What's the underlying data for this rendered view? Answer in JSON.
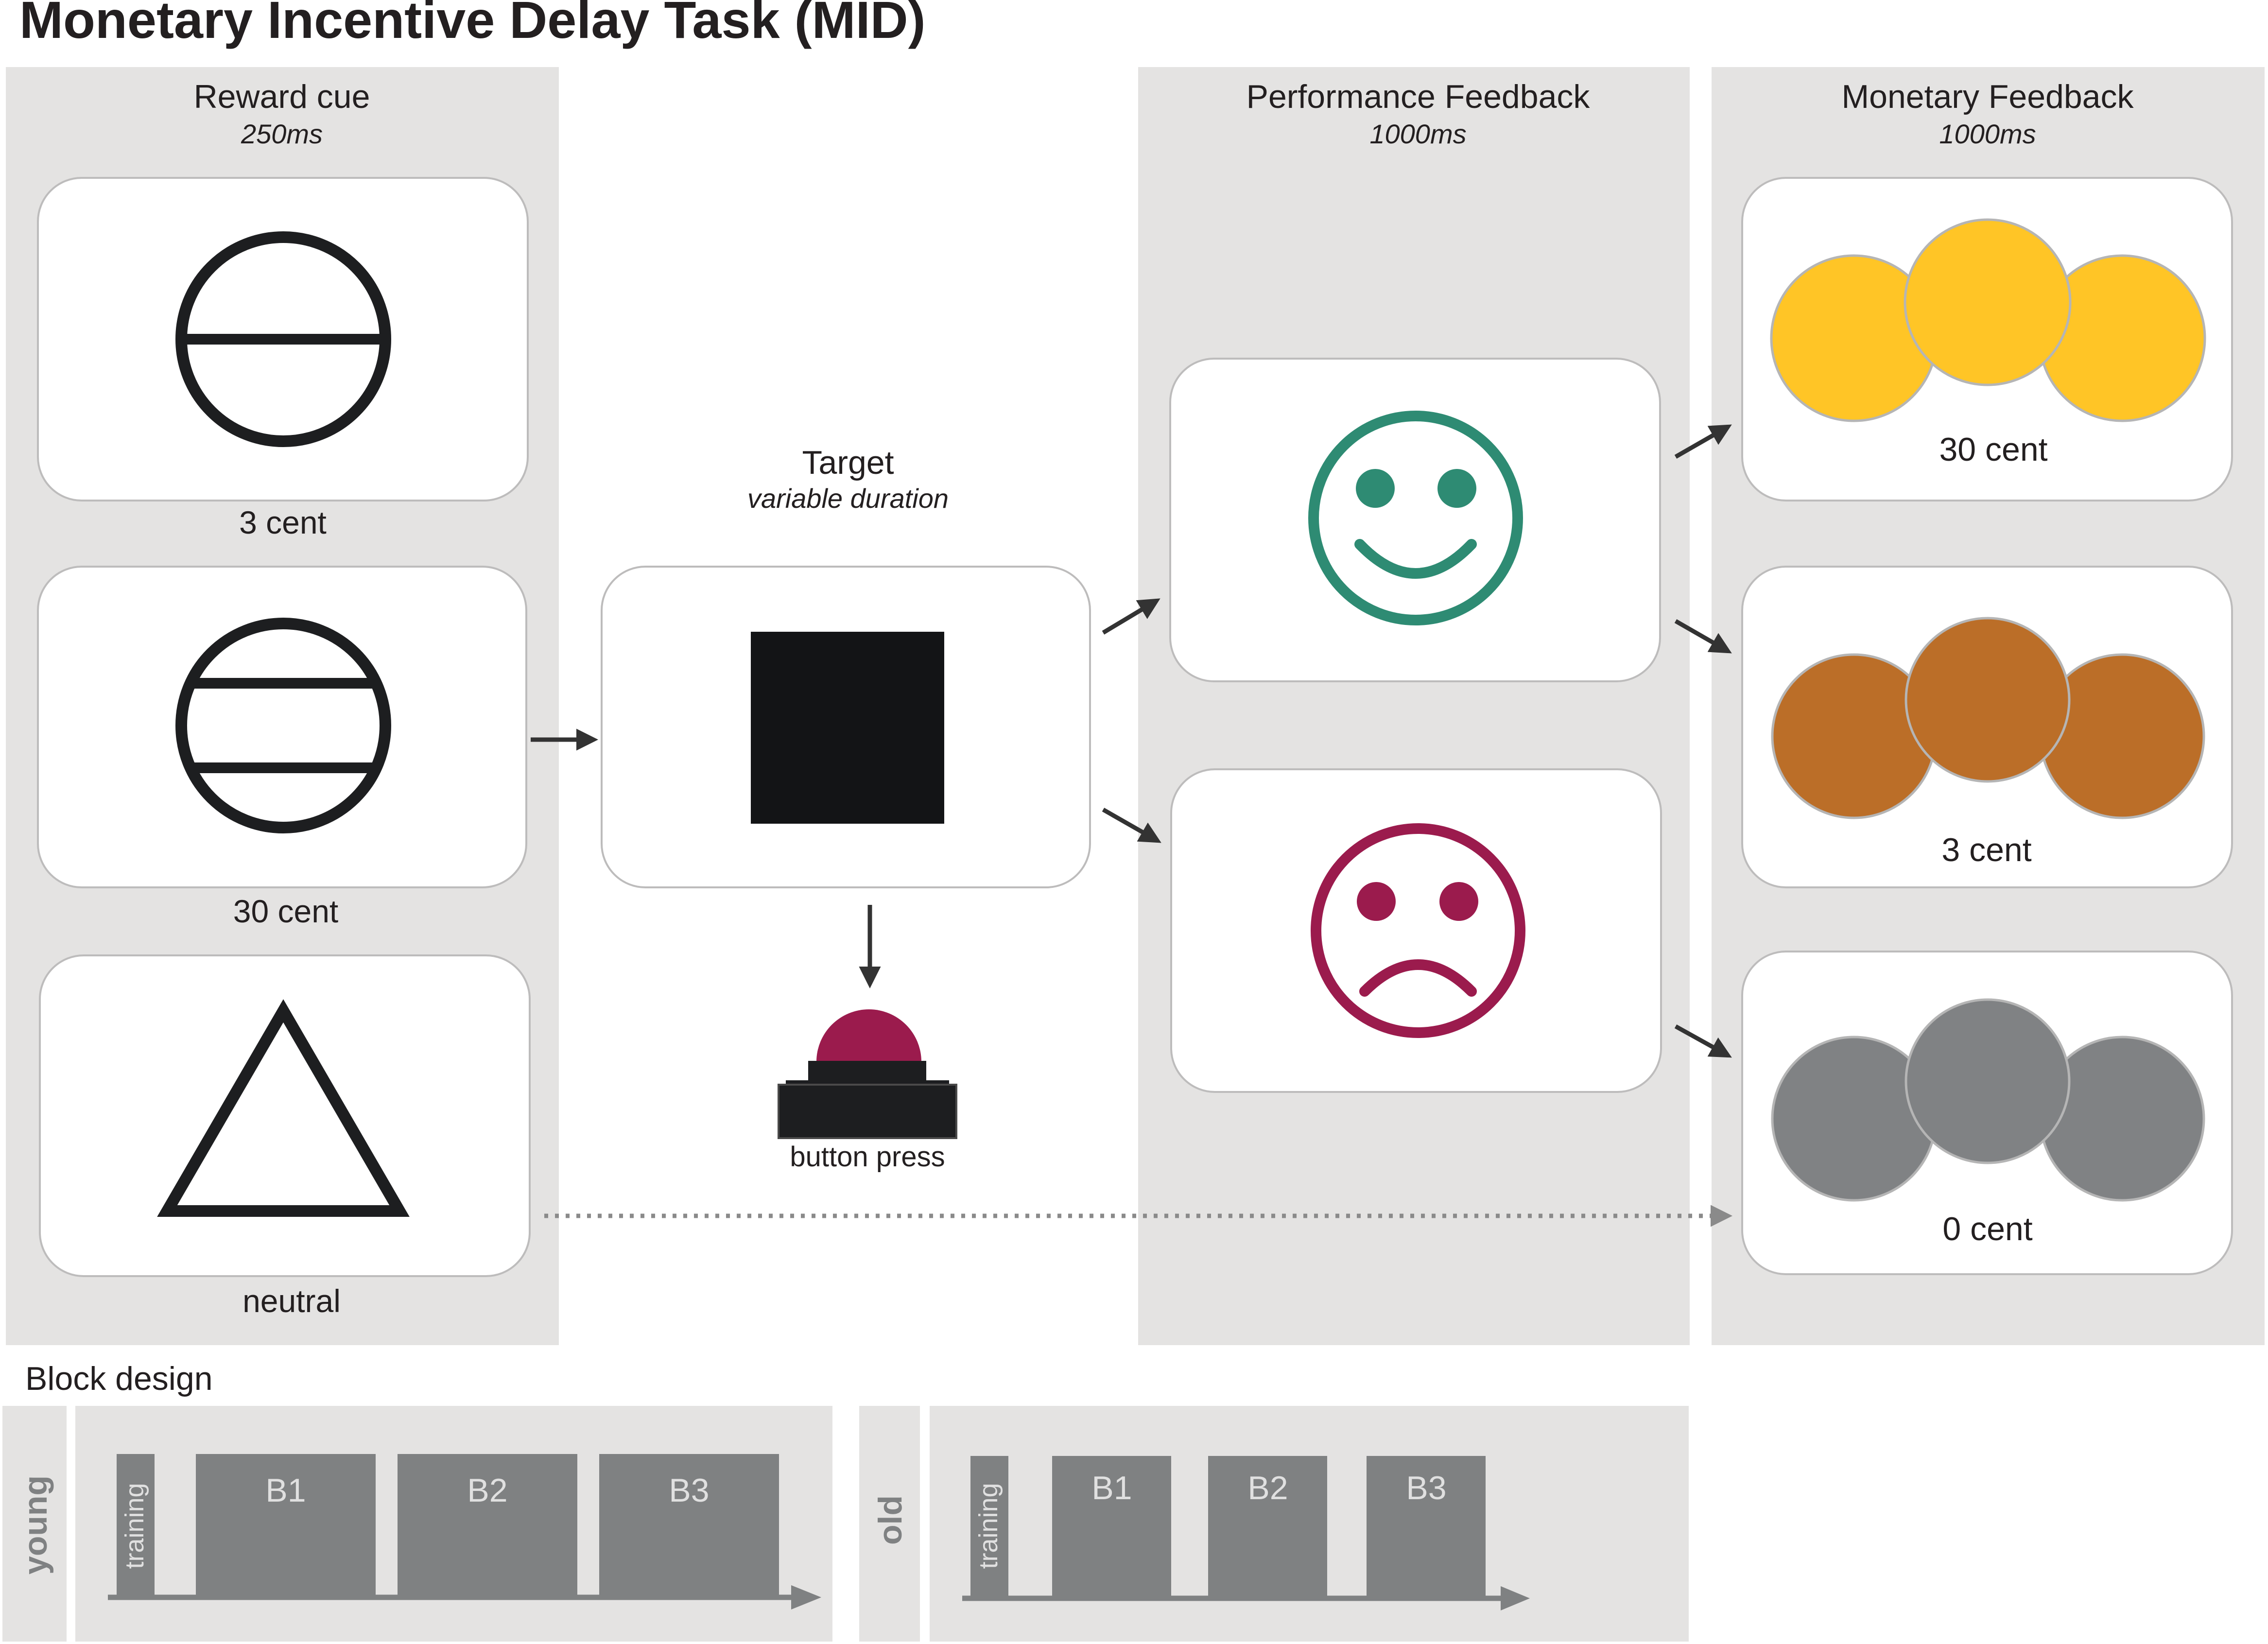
{
  "title": "Monetary Incentive Delay Task (MID)",
  "colors": {
    "panel_bg": "#e4e3e2",
    "card_border": "#bdbcbc",
    "ink": "#1d1e20",
    "happy_green": "#2e8b73",
    "sad_maroon": "#9b1b4d",
    "coin_gold": "#ffc526",
    "coin_bronze": "#bb6e28",
    "coin_gray": "#808284",
    "block_gray": "#7f8182",
    "block_text": "#e0e0e0"
  },
  "reward_cue": {
    "heading": "Reward cue",
    "duration": "250ms",
    "cues": [
      {
        "label": "3 cent",
        "icon": "circle-one-bar-icon"
      },
      {
        "label": "30 cent",
        "icon": "circle-two-bars-icon"
      },
      {
        "label": "neutral",
        "icon": "triangle-icon"
      }
    ]
  },
  "target": {
    "heading": "Target",
    "duration": "variable duration",
    "icon": "black-square-icon",
    "response_label": "button press",
    "response_icon": "button-icon"
  },
  "performance_feedback": {
    "heading": "Performance Feedback",
    "duration": "1000ms",
    "outcomes": [
      {
        "icon": "smiley-happy-icon"
      },
      {
        "icon": "smiley-sad-icon"
      }
    ]
  },
  "monetary_feedback": {
    "heading": "Monetary Feedback",
    "duration": "1000ms",
    "outcomes": [
      {
        "label": "30 cent",
        "icon": "gold-coins-icon"
      },
      {
        "label": "3 cent",
        "icon": "bronze-coins-icon"
      },
      {
        "label": "0 cent",
        "icon": "gray-coins-icon"
      }
    ]
  },
  "block_design": {
    "heading": "Block design",
    "groups": [
      {
        "label": "young",
        "training_label": "training",
        "blocks": [
          "B1",
          "B2",
          "B3"
        ]
      },
      {
        "label": "old",
        "training_label": "training",
        "blocks": [
          "B1",
          "B2",
          "B3"
        ]
      }
    ]
  }
}
